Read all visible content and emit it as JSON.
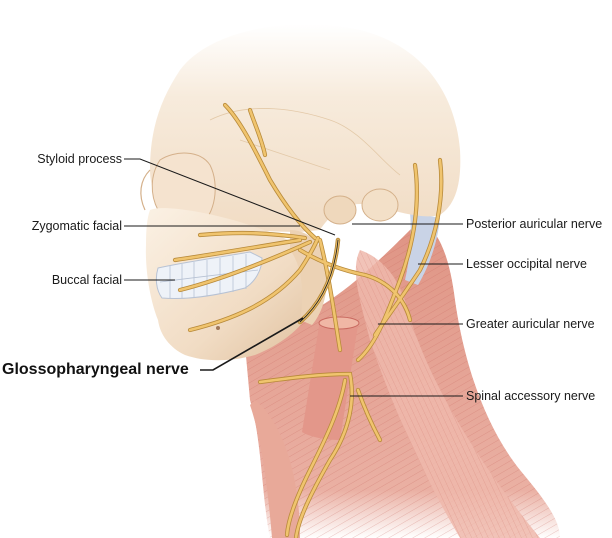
{
  "figure": {
    "subject": "Lateral view of head and neck showing nerves",
    "colors": {
      "background": "#ffffff",
      "skull": "#f1dcc4",
      "skull_shadow": "#d9b996",
      "muscle": "#e49a8c",
      "muscle_dark": "#c96a60",
      "nerve": "#f0c46e",
      "nerve_outline": "#b88a3a",
      "teeth": "#e8eef6",
      "tendon": "#c9d3e6",
      "leader_line": "#1a1a1a"
    }
  },
  "labels": {
    "left": [
      {
        "id": "styloid-process",
        "text": "Styloid process"
      },
      {
        "id": "zygomatic-facial",
        "text": "Zygomatic facial"
      },
      {
        "id": "buccal-facial",
        "text": "Buccal facial"
      },
      {
        "id": "glossopharyngeal-nerve",
        "text": "Glossopharyngeal nerve",
        "emphasis": "bold"
      }
    ],
    "right": [
      {
        "id": "posterior-auricular-nerve",
        "text": "Posterior auricular nerve"
      },
      {
        "id": "lesser-occipital-nerve",
        "text": "Lesser occipital nerve"
      },
      {
        "id": "greater-auricular-nerve",
        "text": "Greater auricular nerve"
      },
      {
        "id": "spinal-accessory-nerve",
        "text": "Spinal accessory nerve"
      }
    ]
  }
}
